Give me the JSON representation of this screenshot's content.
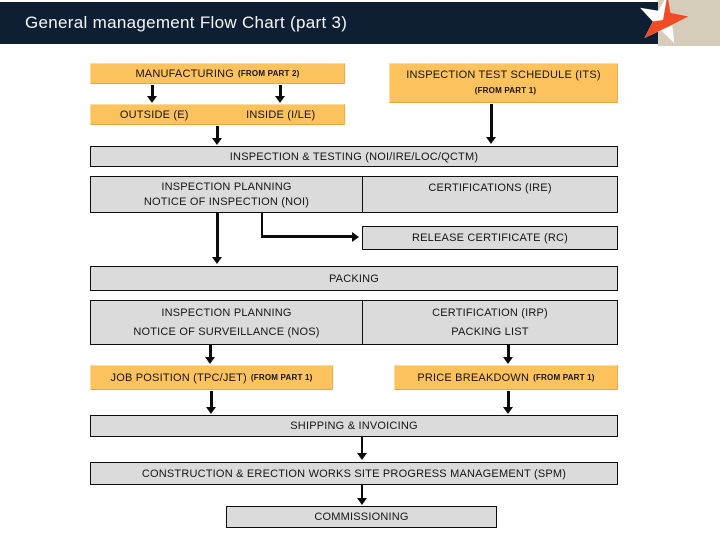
{
  "header": {
    "title": "General management Flow Chart (part 3)"
  },
  "colors": {
    "navy": "#0e1f33",
    "orange": "#fbc25d",
    "gray": "#dbdbdb",
    "logo_red": "#f04b23",
    "logo_beige": "#d5ccba"
  },
  "logo": {
    "icon": "two-tone-star"
  },
  "nodes": {
    "manufacturing": {
      "label": "MANUFACTURING",
      "note": "(FROM PART 2)"
    },
    "its": {
      "label": "INSPECTION TEST SCHEDULE (ITS)",
      "note": "(FROM PART 1)"
    },
    "outside": {
      "label": "OUTSIDE (E)"
    },
    "inside": {
      "label": "INSIDE (I/LE)"
    },
    "inspection_testing": {
      "label": "INSPECTION & TESTING (NOI/IRE/LOC/QCTM)"
    },
    "planning_noi": {
      "line1": "INSPECTION PLANNING",
      "line2": "NOTICE OF INSPECTION (NOI)"
    },
    "certifications_ire": {
      "label": "CERTIFICATIONS (IRE)"
    },
    "release_certificate": {
      "label": "RELEASE CERTIFICATE (RC)"
    },
    "packing": {
      "label": "PACKING"
    },
    "planning_nos": {
      "line1": "INSPECTION PLANNING",
      "line2": "NOTICE OF SURVEILLANCE (NOS)"
    },
    "certification_irp": {
      "line1": "CERTIFICATION (IRP)",
      "line2": "PACKING LIST"
    },
    "job_position": {
      "label": "JOB POSITION (TPC/JET)",
      "note": "(FROM PART 1)"
    },
    "price_breakdown": {
      "label": "PRICE BREAKDOWN",
      "note": "(FROM PART 1)"
    },
    "shipping": {
      "label": "SHIPPING & INVOICING"
    },
    "construction": {
      "label": "CONSTRUCTION & ERECTION WORKS SITE PROGRESS MANAGEMENT (SPM)"
    },
    "commissioning": {
      "label": "COMMISSIONING"
    }
  }
}
